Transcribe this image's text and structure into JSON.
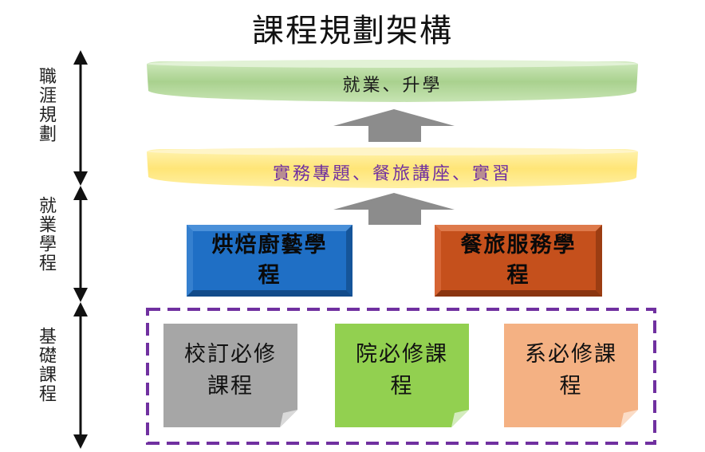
{
  "title": "課程規劃架構",
  "side_labels": {
    "career": "職涯規劃",
    "employment": "就業學程",
    "foundation": "基礎課程"
  },
  "bands": {
    "top": "就業、升學",
    "middle": "實務專題、餐旅講座、實習"
  },
  "programs": {
    "baking": "烘焙廚藝學程",
    "hospitality": "餐旅服務學程"
  },
  "foundation_courses": {
    "school": "校訂必修課程",
    "college": "院必修課程",
    "department": "系必修課程"
  },
  "colors": {
    "top_band": "#a9d18e",
    "middle_band": "#ffe577",
    "baking": "#1f6fc5",
    "hospitality": "#c5501c",
    "school": "#a6a6a6",
    "college": "#92d050",
    "department": "#f4b183",
    "dashed_border": "#7030a0",
    "arrow": "#8c8c8c"
  }
}
